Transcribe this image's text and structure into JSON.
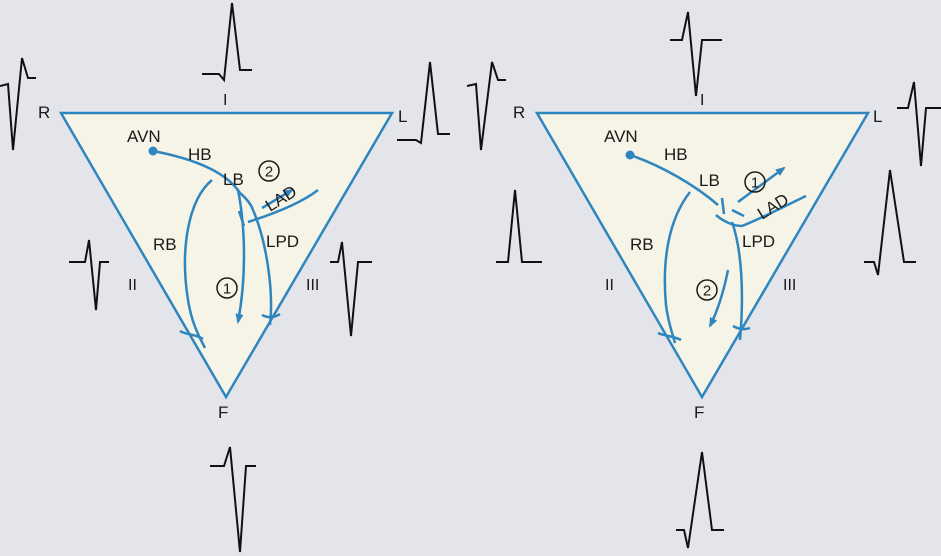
{
  "colors": {
    "background": "#e4e5ea",
    "triangle_fill": "#f6f3e7",
    "pathway": "#2f86bf",
    "trace": "#111111",
    "text": "#1a1a1a"
  },
  "panels": [
    {
      "corners": {
        "right_arm": "R",
        "left_arm": "L",
        "foot": "F"
      },
      "leads": {
        "lead_1": "I",
        "lead_2": "II",
        "lead_3": "III"
      },
      "structures": {
        "avn": "AVN",
        "hb": "HB",
        "lb": "LB",
        "rb": "RB",
        "lad": "LAD",
        "lpd": "LPD"
      },
      "markers": {
        "lad_marker": "2",
        "lpd_marker": "1"
      }
    },
    {
      "corners": {
        "right_arm": "R",
        "left_arm": "L",
        "foot": "F"
      },
      "leads": {
        "lead_1": "I",
        "lead_2": "II",
        "lead_3": "III"
      },
      "structures": {
        "avn": "AVN",
        "hb": "HB",
        "lb": "LB",
        "rb": "RB",
        "lad": "LAD",
        "lpd": "LPD"
      },
      "markers": {
        "lad_marker": "1",
        "lpd_marker": "2"
      }
    }
  ]
}
